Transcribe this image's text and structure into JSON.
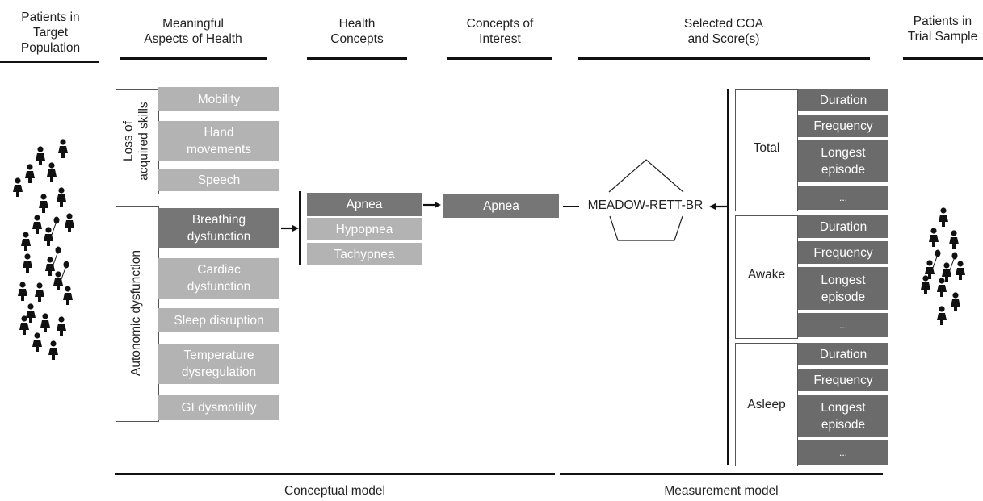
{
  "headers": {
    "target_population": "Patients in\nTarget\nPopulation",
    "meaningful_aspects": "Meaningful\nAspects of Health",
    "health_concepts": "Health\nConcepts",
    "concepts_of_interest": "Concepts of\nInterest",
    "selected_coa": "Selected COA\nand Score(s)",
    "trial_sample": "Patients in\nTrial Sample"
  },
  "meaningful_aspects": {
    "loss_group": {
      "label": "Loss of\nacquired skills",
      "items": [
        "Mobility",
        "Hand\nmovements",
        "Speech"
      ]
    },
    "autonomic_group": {
      "label": "Autonomic dysfunction",
      "items": [
        "Breathing\ndysfunction",
        "Cardiac\ndysfunction",
        "Sleep disruption",
        "Temperature\ndysregulation",
        "GI dysmotility"
      ],
      "highlighted": "Breathing\ndysfunction"
    }
  },
  "health_concepts": {
    "items": [
      "Apnea",
      "Hypopnea",
      "Tachypnea"
    ],
    "highlighted": "Apnea"
  },
  "concept_of_interest": "Apnea",
  "coa": "MEADOW-RETT-BR",
  "scores": [
    {
      "group": "Total",
      "items": [
        "Duration",
        "Frequency",
        "Longest\nepisode",
        "..."
      ]
    },
    {
      "group": "Awake",
      "items": [
        "Duration",
        "Frequency",
        "Longest\nepisode",
        "..."
      ]
    },
    {
      "group": "Asleep",
      "items": [
        "Duration",
        "Frequency",
        "Longest\nepisode",
        "..."
      ]
    }
  ],
  "footers": {
    "conceptual": "Conceptual model",
    "measurement": "Measurement model"
  },
  "colors": {
    "light_box": "#b3b3b3",
    "dark_box": "#767676",
    "score_box": "#6b6b6b",
    "rule": "#111111"
  },
  "icons": {
    "person": "person-icon",
    "person_with_balloon": "person-with-balloon-icon"
  }
}
